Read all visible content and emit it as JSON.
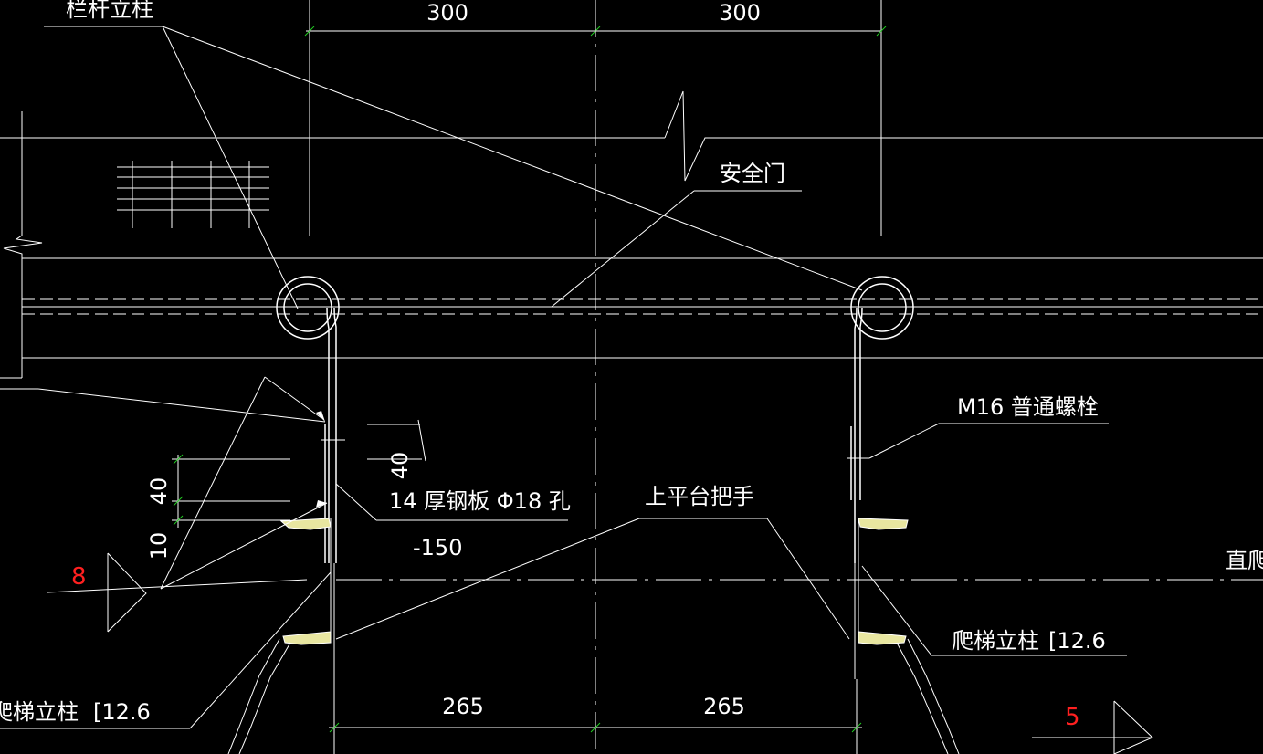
{
  "dims": {
    "top_left": "300",
    "top_right": "300",
    "bottom_left": "265",
    "bottom_right": "265",
    "v_40": "40",
    "v_10": "10",
    "v_40_small": "40",
    "plate_len": "-150"
  },
  "labels": {
    "railing_post": "栏杆立柱",
    "safety_door": "安全门",
    "bolt": "M16 普通螺栓",
    "plate": "14 厚钢板  Φ18 孔",
    "top_handrail": "上平台把手",
    "ladder_post_right": "爬梯立柱",
    "ladder_post_right_spec": "[12.6",
    "ladder_post_left": "爬梯立柱",
    "ladder_post_left_spec": "[12.6",
    "straight_ladder": "直爬梯"
  },
  "markers": {
    "weld_left": "8",
    "weld_right": "5"
  },
  "colors": {
    "line": "#ffffff",
    "leader": "#ffffff",
    "channel": "#e8e6a0",
    "tick": "#22cc22",
    "marker": "#ff2020"
  }
}
